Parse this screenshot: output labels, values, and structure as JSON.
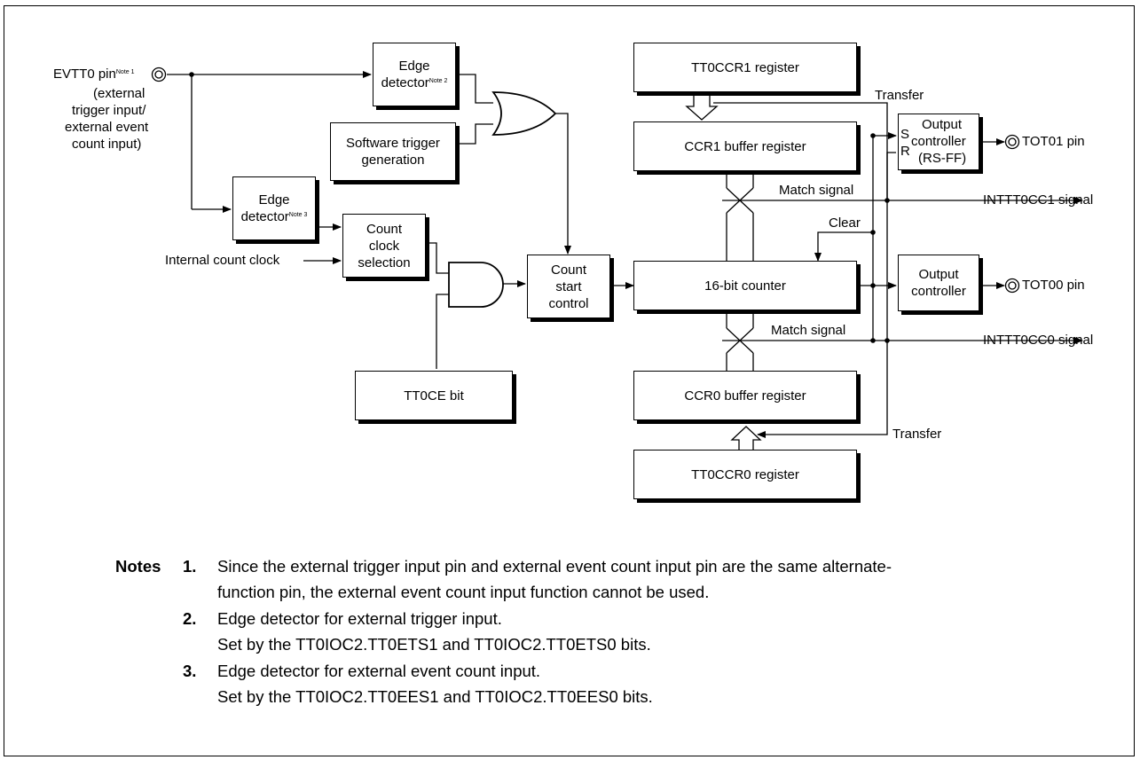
{
  "blocks": {
    "edge2": {
      "text": "Edge detector",
      "note": "Note 2"
    },
    "edge3": {
      "text": "Edge detector",
      "note": "Note 3"
    },
    "software_trigger": "Software trigger generation",
    "count_clock": "Count clock selection",
    "count_start": "Count start control",
    "tt0ce": "TT0CE bit",
    "tt0ccr1": "TT0CCR1 register",
    "ccr1_buffer": "CCR1 buffer register",
    "counter": "16-bit counter",
    "ccr0_buffer": "CCR0 buffer register",
    "tt0ccr0": "TT0CCR0 register",
    "out_ctrl1": {
      "s": "S",
      "r": "R",
      "text1": "Output",
      "text2": "controller",
      "text3": "(RS-FF)"
    },
    "out_ctrl0": "Output controller"
  },
  "pins": {
    "evtt0": {
      "name": "EVTT0 pin",
      "note": "Note 1",
      "desc1": "(external",
      "desc2": "trigger input/",
      "desc3": "external event",
      "desc4": "count input)"
    },
    "tot01": "TOT01 pin",
    "tot00": "TOT00 pin"
  },
  "signals": {
    "internal_clock": "Internal count clock",
    "transfer_top": "Transfer",
    "transfer_bottom": "Transfer",
    "match1": "Match signal",
    "match0": "Match signal",
    "clear": "Clear",
    "intcc1": "INTTT0CC1 signal",
    "intcc0": "INTTT0CC0 signal"
  },
  "notes": {
    "heading": "Notes",
    "n1_num": "1.",
    "n1_line1": "Since the external trigger input pin and external event count input pin are the same alternate-",
    "n1_line2": "function pin, the external event count input function cannot be used.",
    "n2_num": "2.",
    "n2_line1": "Edge detector for external trigger input.",
    "n2_line2": "Set by the TT0IOC2.TT0ETS1 and TT0IOC2.TT0ETS0 bits.",
    "n3_num": "3.",
    "n3_line1": "Edge detector for external event count input.",
    "n3_line2": "Set by the TT0IOC2.TT0EES1 and TT0IOC2.TT0EES0 bits."
  }
}
